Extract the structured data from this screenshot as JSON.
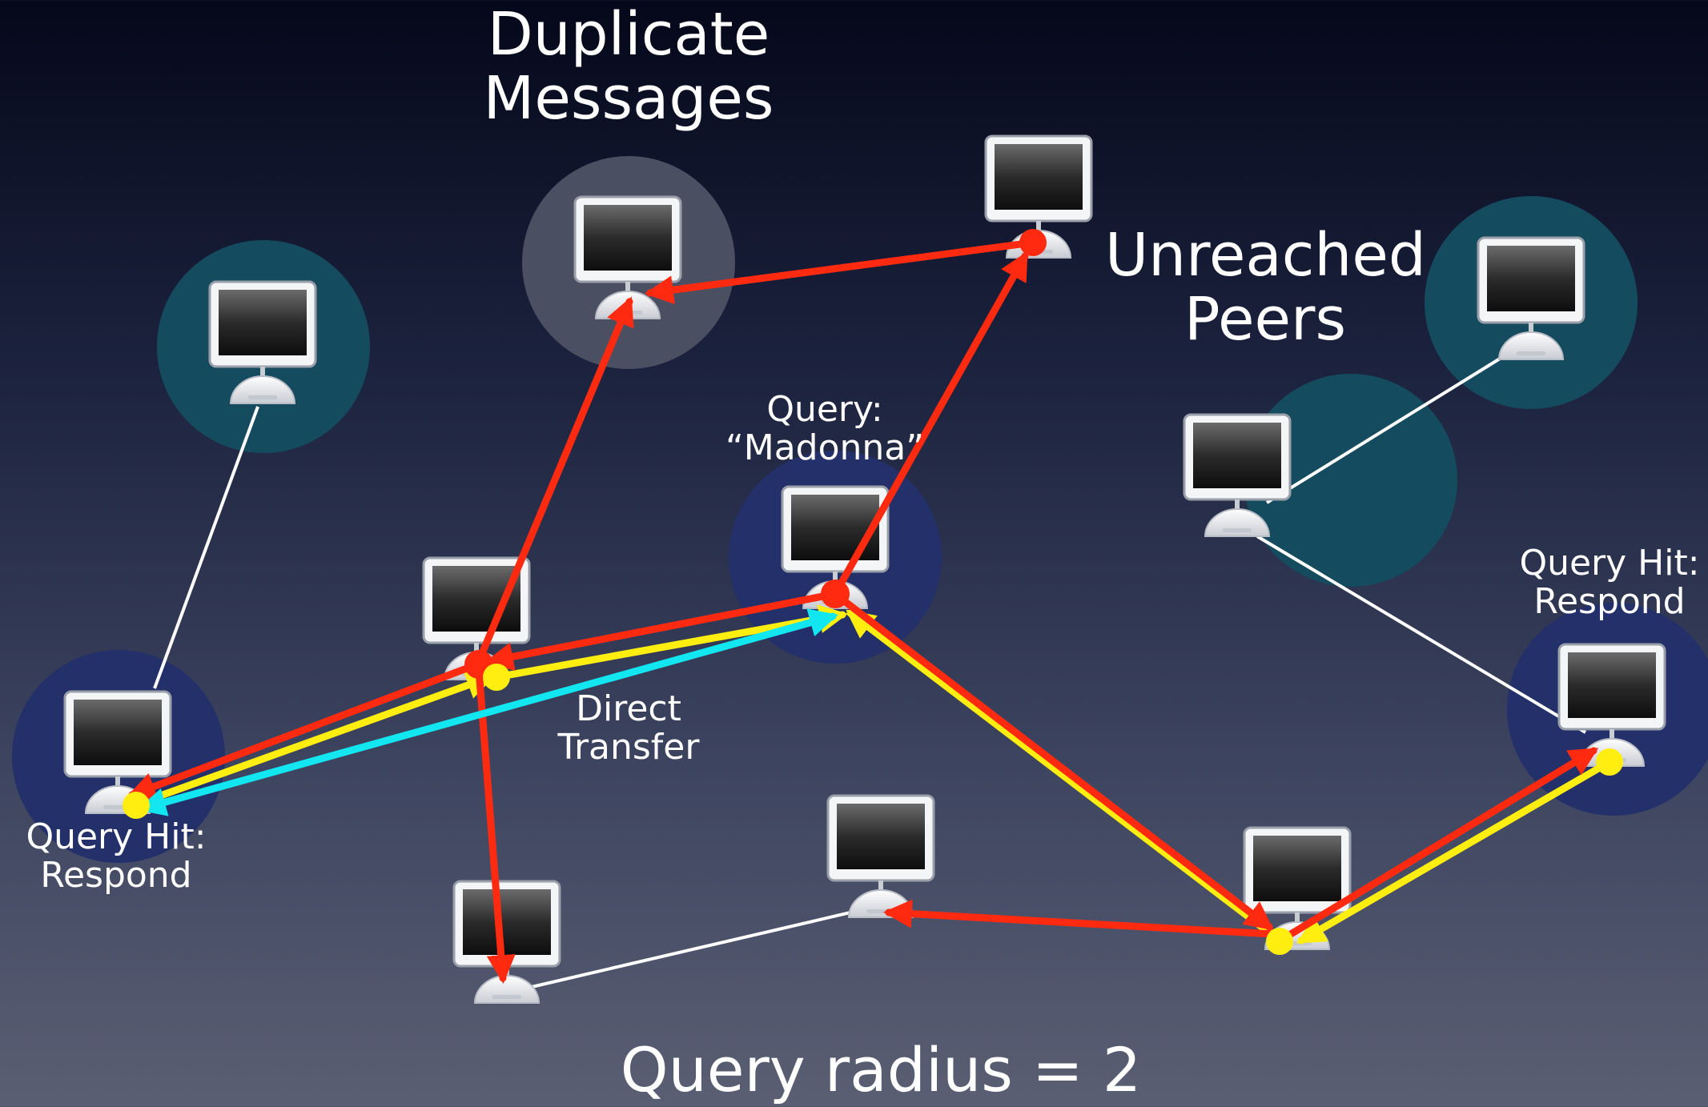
{
  "labels": {
    "duplicate_line1": "Duplicate",
    "duplicate_line2": "Messages",
    "unreached_line1": "Unreached",
    "unreached_line2": "Peers",
    "query_line1": "Query:",
    "query_line2": "“Madonna”",
    "hit_left_line1": "Query Hit:",
    "hit_left_line2": "Respond",
    "hit_right_line1": "Query Hit:",
    "hit_right_line2": "Respond",
    "direct_line1": "Direct",
    "direct_line2": "Transfer",
    "footer": "Query radius = 2"
  },
  "colors": {
    "query_path": "#ff2a10",
    "hit_path": "#ffee10",
    "transfer_path": "#12e6f0",
    "plain_link": "#ffffff",
    "halo_teal": "#154b5e",
    "halo_blue": "#23306a",
    "halo_gray": "#4a4f62"
  },
  "icons": [
    "imac-computer-icon"
  ]
}
